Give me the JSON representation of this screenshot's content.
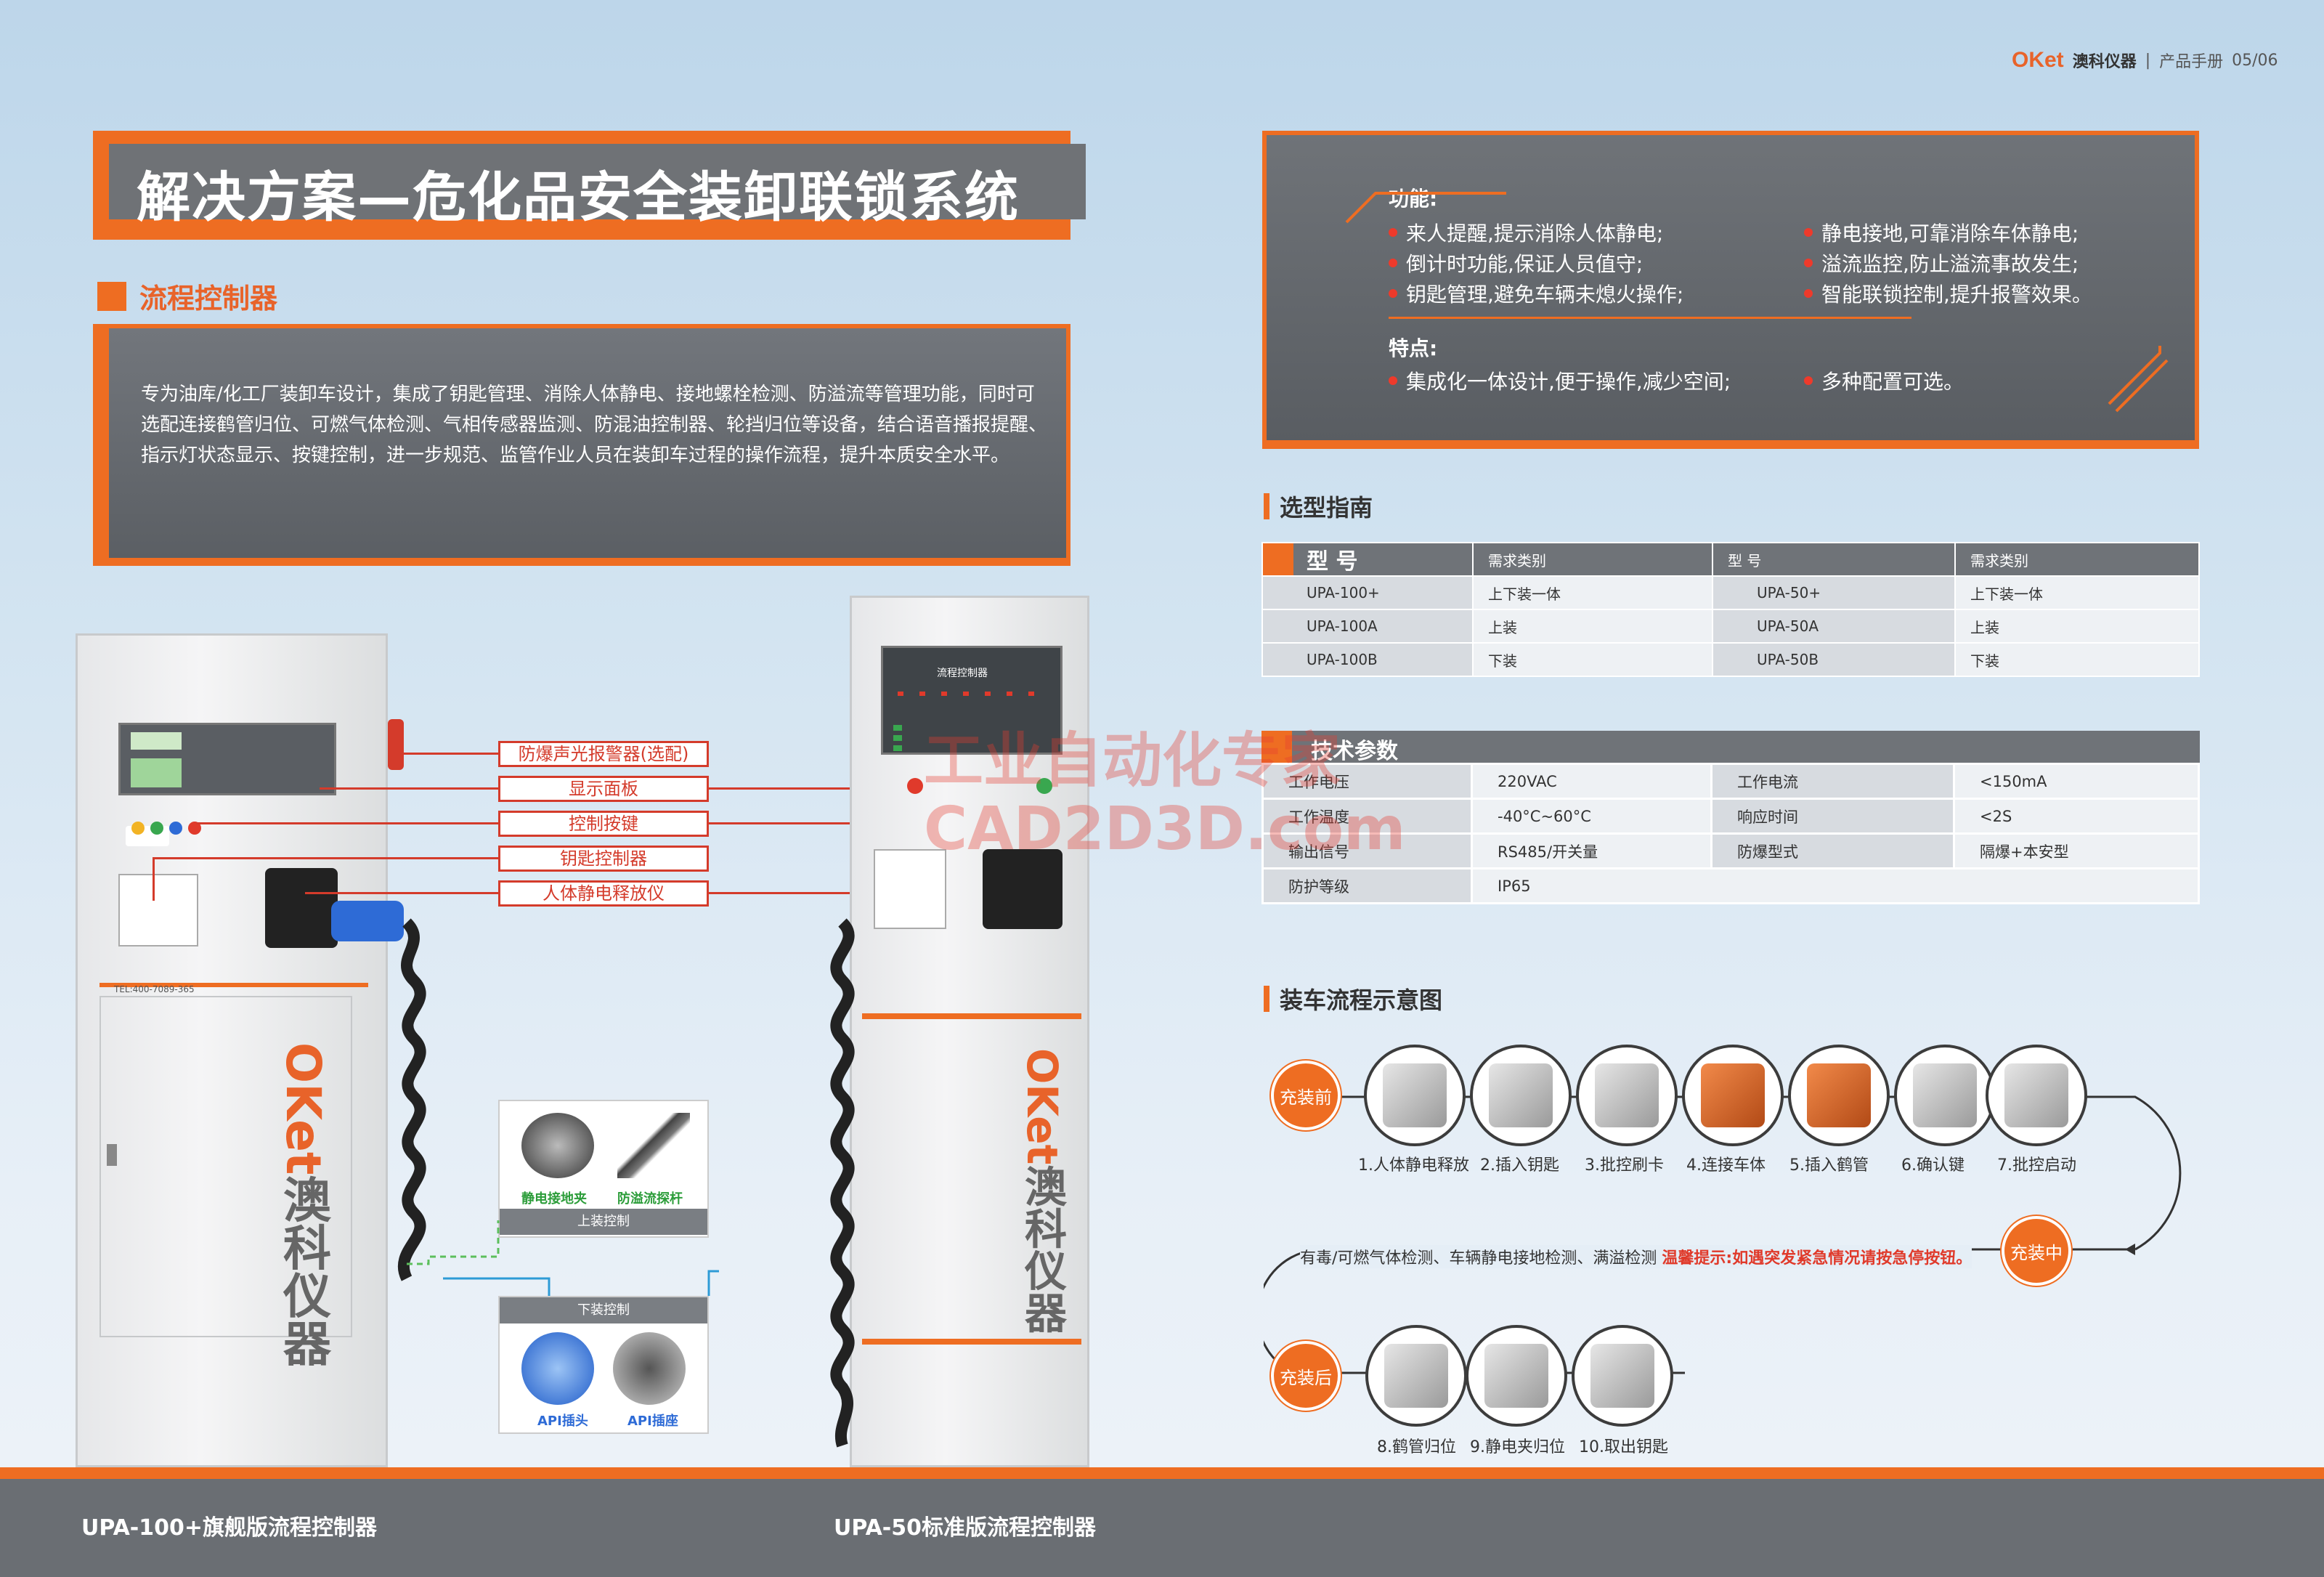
{
  "header": {
    "logo": "OKet",
    "brand": "澳科仪器",
    "manual": "产品手册",
    "pages": "05/06"
  },
  "title": "解决方案—危化品安全装卸联锁系统",
  "section_title": "流程控制器",
  "description": "专为油库/化工厂装卸车设计，集成了钥匙管理、消除人体静电、接地螺栓检测、防溢流等管理功能，同时可选配连接鹤管归位、可燃气体检测、气相传感器监测、防混油控制器、轮挡归位等设备，结合语音播报提醒、指示灯状态显示、按键控制，进一步规范、监管作业人员在装卸车过程的操作流程，提升本质安全水平。",
  "features": {
    "func_label": "功能:",
    "func_items": [
      "来人提醒,提示消除人体静电;",
      "静电接地,可靠消除车体静电;",
      "倒计时功能,保证人员值守;",
      "溢流监控,防止溢流事故发生;",
      "钥匙管理,避免车辆未熄火操作;",
      "智能联锁控制,提升报警效果。"
    ],
    "char_label": "特点:",
    "char_items": [
      "集成化一体设计,便于操作,减少空间;",
      "多种配置可选。"
    ]
  },
  "selection": {
    "title": "选型指南",
    "headers": [
      "型 号",
      "需求类别",
      "型 号",
      "需求类别"
    ],
    "rows": [
      [
        "UPA-100+",
        "上下装一体",
        "UPA-50+",
        "上下装一体"
      ],
      [
        "UPA-100A",
        "上装",
        "UPA-50A",
        "上装"
      ],
      [
        "UPA-100B",
        "下装",
        "UPA-50B",
        "下装"
      ]
    ]
  },
  "tech": {
    "title": "技术参数",
    "rows": [
      [
        "工作电压",
        "220VAC",
        "工作电流",
        "<150mA"
      ],
      [
        "工作温度",
        "-40°C~60°C",
        "响应时间",
        "<2S"
      ],
      [
        "输出信号",
        "RS485/开关量",
        "防爆型式",
        "隔爆+本安型"
      ],
      [
        "防护等级",
        "IP65",
        "",
        ""
      ]
    ]
  },
  "flow": {
    "title": "装车流程示意图",
    "node_before": "充装前",
    "node_during": "充装中",
    "node_after": "充装后",
    "steps_row1": [
      "1.人体静电释放",
      "2.插入钥匙",
      "3.批控刷卡",
      "4.连接车体",
      "5.插入鹤管",
      "6.确认键",
      "7.批控启动"
    ],
    "middle_text": "有毒/可燃气体检测、车辆静电接地检测、满溢检测",
    "warning": "温馨提示:如遇突发紧急情况请按急停按钮。",
    "steps_row3": [
      "8.鹤管归位",
      "9.静电夹归位",
      "10.取出钥匙"
    ]
  },
  "callouts": [
    "防爆声光报警器(选配)",
    "显示面板",
    "控制按键",
    "钥匙控制器",
    "人体静电释放仪"
  ],
  "accessories": {
    "top_items": [
      "静电接地夹",
      "防溢流探杆"
    ],
    "top_bar": "上装控制",
    "bottom_bar": "下装控制",
    "bottom_items": [
      "API插头",
      "API插座"
    ]
  },
  "machine_left": {
    "tel": "TEL:400-7089-365",
    "brand": "澳科仪器"
  },
  "machine_right": {
    "panel_title": "流程控制器",
    "brand": "澳科仪器"
  },
  "watermark": [
    "工业自动化专家",
    "CAD2D3D.com"
  ],
  "footer": {
    "left": "UPA-100+旗舰版流程控制器",
    "right": "UPA-50标准版流程控制器"
  }
}
